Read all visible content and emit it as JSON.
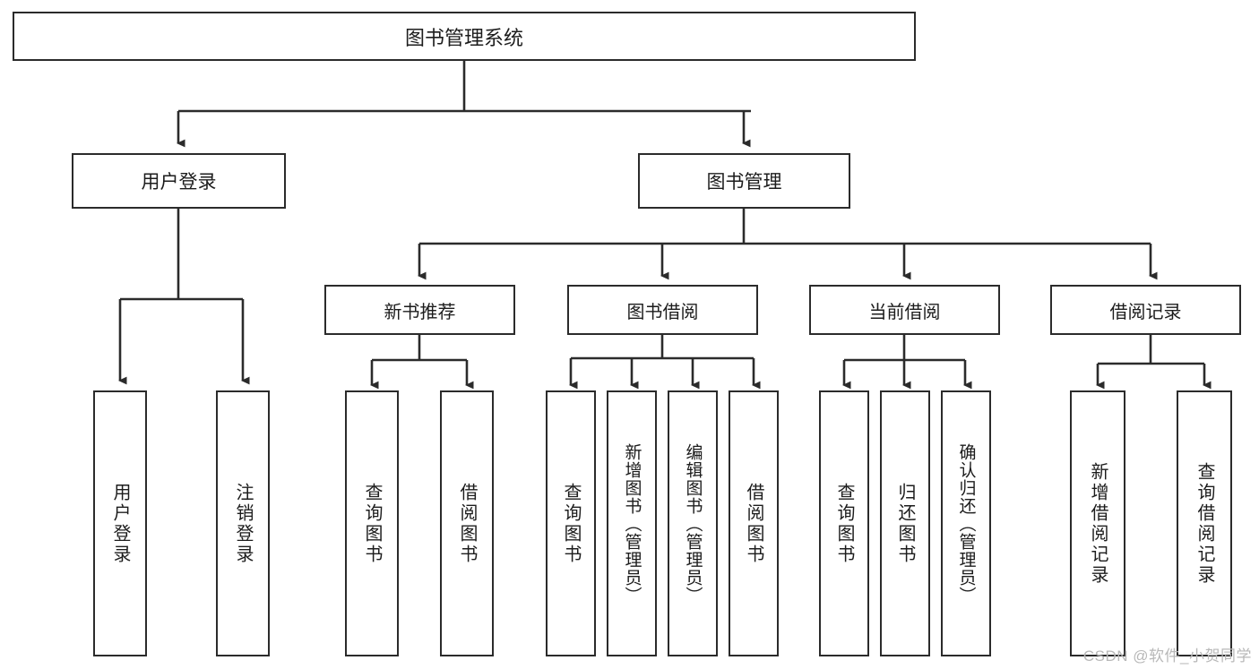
{
  "diagram": {
    "title": "图书管理系统",
    "watermark": "CSDN @软件_小贺同学",
    "level2": [
      {
        "label": "用户登录"
      },
      {
        "label": "图书管理"
      }
    ],
    "level3": [
      {
        "label": "新书推荐"
      },
      {
        "label": "图书借阅"
      },
      {
        "label": "当前借阅"
      },
      {
        "label": "借阅记录"
      }
    ],
    "leaves": {
      "user_login": [
        {
          "label": "用户登录"
        },
        {
          "label": "注销登录"
        }
      ],
      "new_book_recommend": [
        {
          "label": "查询图书"
        },
        {
          "label": "借阅图书"
        }
      ],
      "book_borrow": [
        {
          "label": "查询图书"
        },
        {
          "label": "新增图书（管理员）"
        },
        {
          "label": "编辑图书（管理员）"
        },
        {
          "label": "借阅图书"
        }
      ],
      "current_borrow": [
        {
          "label": "查询图书"
        },
        {
          "label": "归还图书"
        },
        {
          "label": "确认归还（管理员）"
        }
      ],
      "borrow_record": [
        {
          "label": "新增借阅记录"
        },
        {
          "label": "查询借阅记录"
        }
      ]
    }
  },
  "colors": {
    "stroke": "#2b2b2b",
    "background": "#ffffff",
    "text": "#1c1c1c",
    "watermark": "#b8b8b8"
  }
}
